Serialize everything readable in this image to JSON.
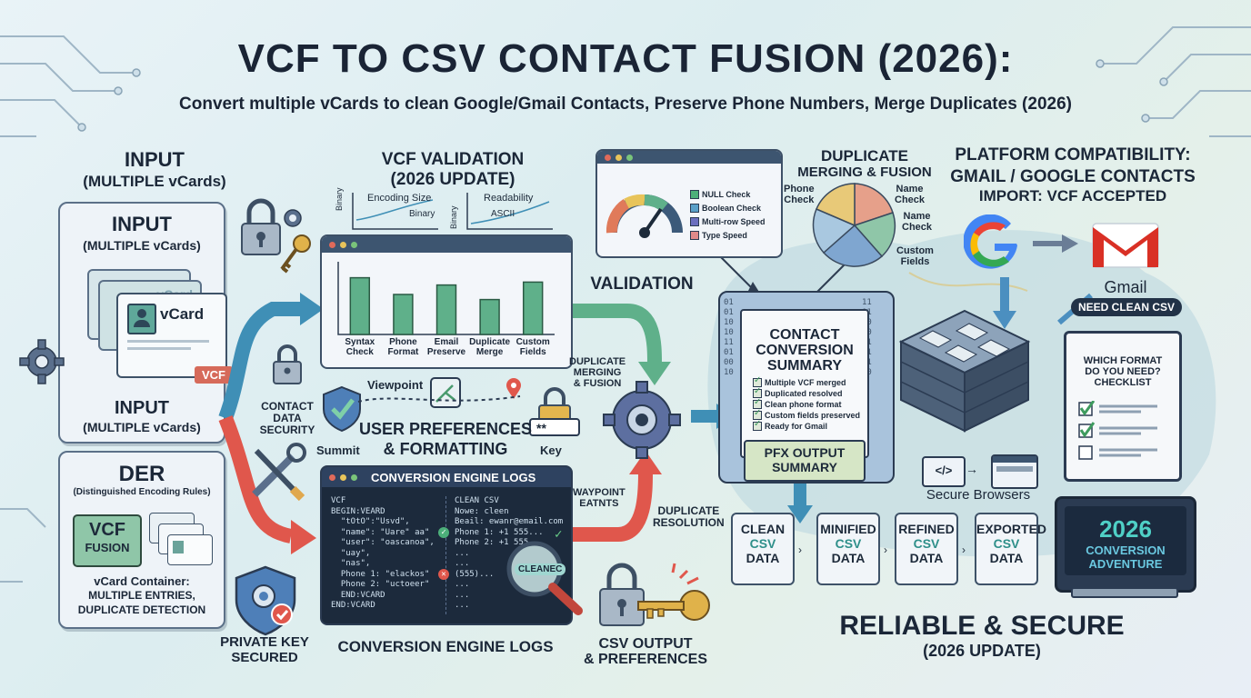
{
  "header": {
    "title": "VCF TO CSV CONTACT FUSION (2026):",
    "subtitle": "Convert multiple vCards to clean Google/Gmail Contacts, Preserve Phone Numbers, Merge Duplicates (2026)"
  },
  "input": {
    "top_label": "INPUT",
    "top_sub": "(MULTIPLE vCards)",
    "panel_title": "INPUT",
    "panel_sub": "(MULTIPLE vCards)",
    "vcard_label": "vCard",
    "vcard_back_label": "vCard",
    "vcf_tag": "VCF",
    "bottom_title": "INPUT",
    "bottom_sub": "(MULTIPLE vCards)"
  },
  "der": {
    "title": "DER",
    "subtitle": "(Distinguished Encoding Rules)",
    "chip_line1": "VCF",
    "chip_line2": "FUSION",
    "caption1": "vCard Container:",
    "caption2": "MULTIPLE ENTRIES,",
    "caption3": "DUPLICATE DETECTION"
  },
  "validation": {
    "title1": "VCF VALIDATION",
    "title2": "(2026 UPDATE)",
    "mini1_ylabel": "Binary",
    "mini1_label1": "Encoding Size",
    "mini1_label2": "Binary",
    "mini2_label1": "Readability",
    "mini2_label2": "ASCII",
    "mini2_ylabel": "Binary",
    "side_label": "VALIDATION"
  },
  "chart_data": {
    "type": "bar",
    "categories": [
      "Syntax Check",
      "Phone Format",
      "Email Preserve",
      "Duplicate Merge",
      "Custom Fields"
    ],
    "values": [
      78,
      55,
      68,
      48,
      72
    ],
    "ylim": [
      0,
      100
    ]
  },
  "gauge": {
    "legend": [
      "NULL Check",
      "Boolean Check",
      "Multi-row Speed",
      "Type Speed"
    ],
    "colors": [
      "#4caf7a",
      "#5aa0c8",
      "#6b6fbf",
      "#e08a8a"
    ]
  },
  "duplicate": {
    "title1": "DUPLICATE",
    "title2": "MERGING & FUSION",
    "label_phone1": "Phone",
    "label_phone2": "Check",
    "label_name1": "Name",
    "label_name2": "Check",
    "label_name3": "Name",
    "label_name4": "Check",
    "label_custom1": "Custom",
    "label_custom2": "Fields"
  },
  "platform": {
    "line1": "PLATFORM COMPATIBILITY:",
    "line2": "GMAIL / GOOGLE CONTACTS",
    "line3": "IMPORT: VCF ACCEPTED",
    "gmail_label": "Gmail",
    "need_clean": "NEED CLEAN CSV",
    "checklist_title1": "WHICH FORMAT",
    "checklist_title2": "DO YOU NEED?",
    "checklist_title3": "CHECKLIST",
    "secure_browsers": "Secure Browsers"
  },
  "summary": {
    "title1": "CONTACT",
    "title2": "CONVERSION",
    "title3": "SUMMARY",
    "items": [
      "Multiple VCF merged",
      "Duplicated resolved",
      "Clean phone format",
      "Custom fields preserved",
      "Ready for Gmail"
    ],
    "pfx1": "PFX OUTPUT",
    "pfx2": "SUMMARY"
  },
  "middle": {
    "contact_security1": "CONTACT",
    "contact_security2": "DATA",
    "contact_security3": "SECURITY",
    "viewpoint": "Viewpoint",
    "summit": "Summit",
    "key": "Key",
    "prefs1": "USER PREFERENCES",
    "prefs2": "& FORMATTING",
    "password_mask": "**",
    "dup_merge1": "DUPLICATE",
    "dup_merge2": "MERGING",
    "dup_merge3": "& FUSION",
    "waypoint1": "WAYPOINT",
    "waypoint2": "EATNTS",
    "dup_res1": "DUPLICATE",
    "dup_res2": "RESOLUTION",
    "private_key1": "PRIVATE KEY",
    "private_key2": "SECURED",
    "engine_logs_caption": "CONVERSION ENGINE LOGS",
    "csv_output1": "CSV OUTPUT",
    "csv_output2": "& PREFERENCES"
  },
  "terminal": {
    "title": "CONVERSION ENGINE LOGS",
    "left_lines": [
      "VCF",
      "BEGIN:VEARD",
      "  \"tOtO\":\"Usvd\",",
      "  \"name\": \"Uare\" aa\"",
      "  \"user\": \"oascanoa\",",
      "  \"uay\",",
      "  \"nas\",",
      "  Phone 1: \"elackos\"",
      "  Phone 2: \"uctoeer\"",
      "  END:VCARD",
      "END:VCARD"
    ],
    "right_lines": [
      "CLEAN CSV",
      "Nowe: cleen",
      "Beail: ewanr@email.com",
      "Phone 1: +1 555...",
      "Phone 2: +1 555",
      "...",
      "...",
      "(555)...",
      "...",
      "...",
      "..."
    ],
    "lens_label": "CLEANEC"
  },
  "outputs": [
    {
      "line1": "CLEAN",
      "line2": "CSV",
      "line3": "DATA"
    },
    {
      "line1": "MINIFIED",
      "line2": "CSV",
      "line3": "DATA"
    },
    {
      "line1": "REFINED",
      "line2": "CSV",
      "line3": "DATA"
    },
    {
      "line1": "EXPORTED",
      "line2": "CSV",
      "line3": "DATA"
    }
  ],
  "adventure": {
    "year": "2026",
    "line1": "CONVERSION",
    "line2": "ADVENTURE"
  },
  "footer": {
    "line1": "RELIABLE & SECURE",
    "line2": "(2026 UPDATE)"
  }
}
